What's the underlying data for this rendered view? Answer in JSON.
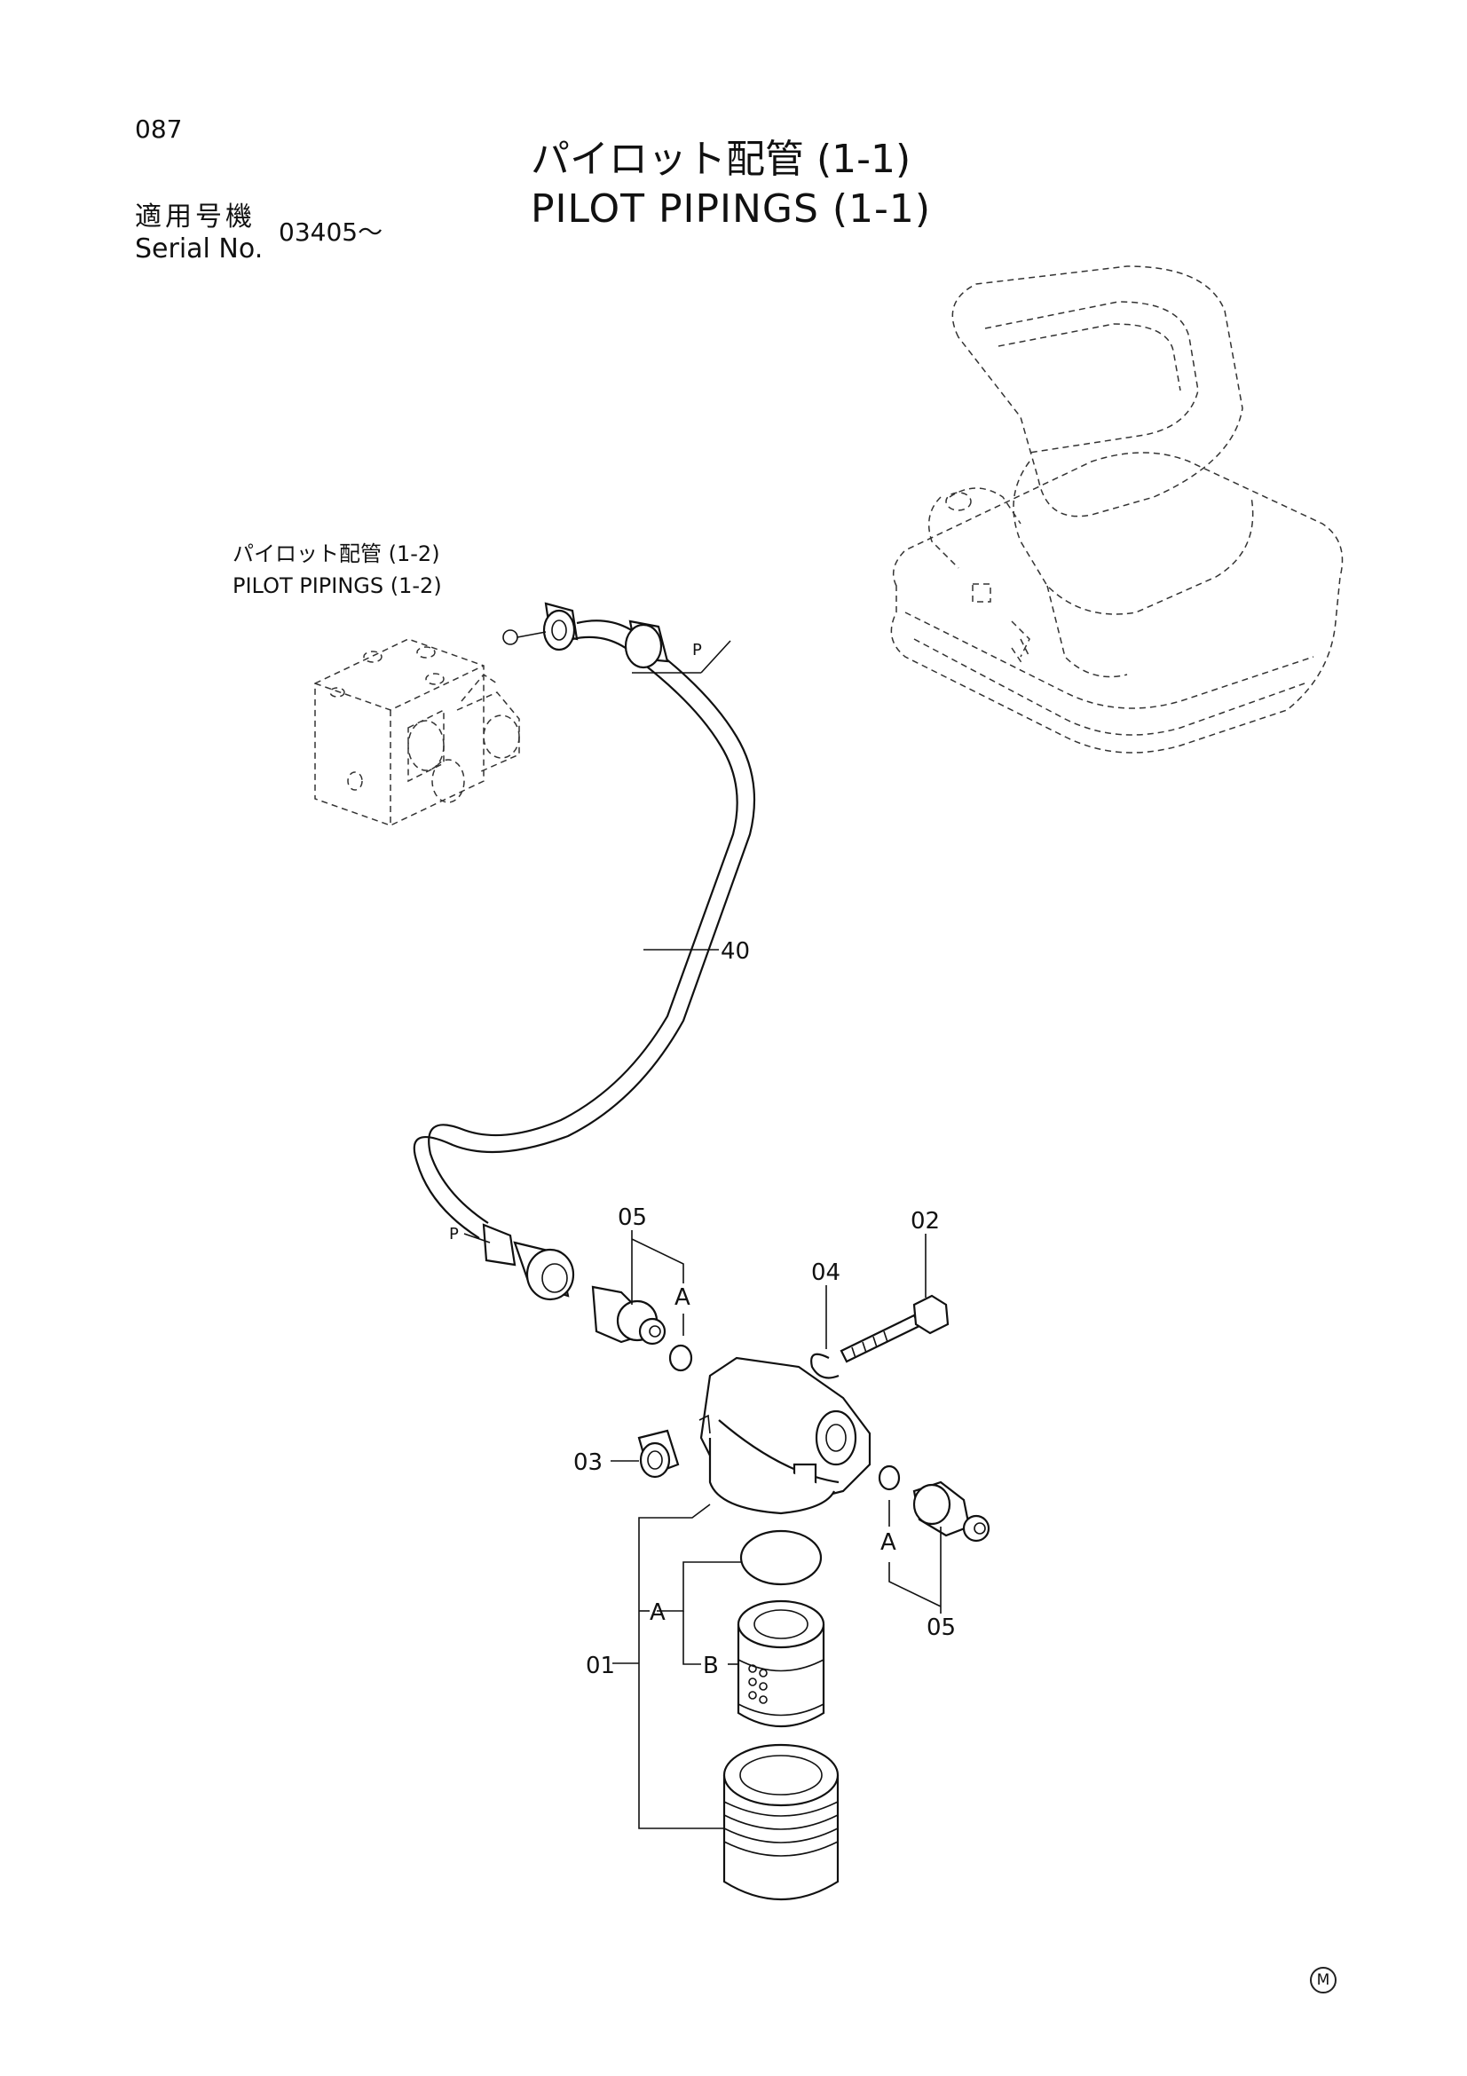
{
  "page": {
    "number": "087",
    "title_jp": "パイロット配管 (1-1)",
    "title_en": "PILOT PIPINGS (1-1)"
  },
  "serial": {
    "label_jp": "適用号機",
    "label_en": "Serial No.",
    "value": "03405～"
  },
  "reference": {
    "label_jp": "パイロット配管 (1-2)",
    "label_en": "PILOT PIPINGS (1-2)"
  },
  "callouts": {
    "p_top": "P",
    "p_bottom": "P",
    "hose": "40",
    "fitting_upper": "05",
    "fitting_lower": "05",
    "washer": "04",
    "bolt": "02",
    "plug": "03",
    "filter_assembly": "01",
    "group_a_upper": "A",
    "group_a_lower": "A",
    "group_a_filter": "A",
    "group_b_filter": "B"
  },
  "mark": "M"
}
